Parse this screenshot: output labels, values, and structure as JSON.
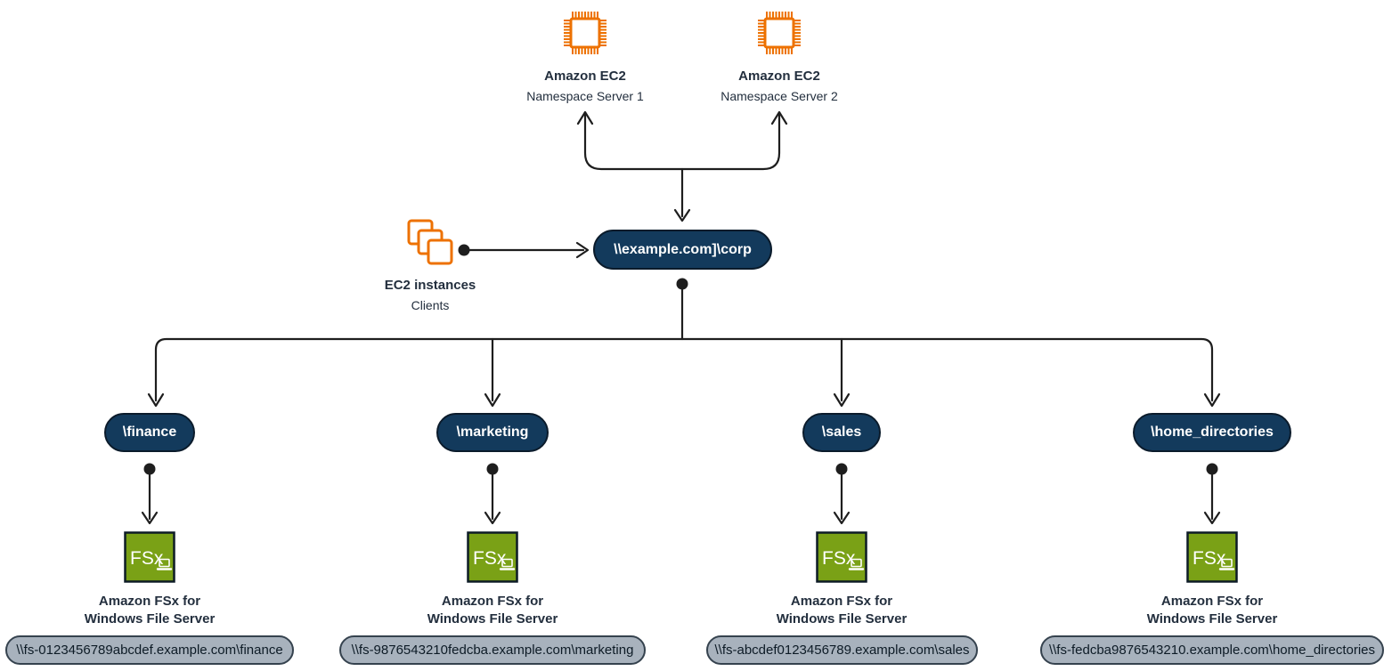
{
  "colors": {
    "aws_orange": "#ED7100",
    "navy_pill": "#133A5C",
    "fsx_green": "#7AA116",
    "dns_pill_gray": "#A8B2BD",
    "connector_line": "#1E1E1E",
    "text_dark": "#232F3E"
  },
  "namespace_servers": [
    {
      "title": "Amazon EC2",
      "subtitle": "Namespace Server 1"
    },
    {
      "title": "Amazon EC2",
      "subtitle": "Namespace Server 2"
    }
  ],
  "clients": {
    "title": "EC2 instances",
    "subtitle": "Clients"
  },
  "root_namespace": {
    "label": "\\\\example.com]\\corp"
  },
  "icons": {
    "fsx_label": "FSx"
  },
  "shares": [
    {
      "folder": "\\finance",
      "server_line1": "Amazon FSx for",
      "server_line2": "Windows File Server",
      "unc": "\\\\fs-0123456789abcdef.example.com\\finance"
    },
    {
      "folder": "\\marketing",
      "server_line1": "Amazon FSx for",
      "server_line2": "Windows File Server",
      "unc": "\\\\fs-9876543210fedcba.example.com\\marketing"
    },
    {
      "folder": "\\sales",
      "server_line1": "Amazon FSx for",
      "server_line2": "Windows File Server",
      "unc": "\\\\fs-abcdef0123456789.example.com\\sales"
    },
    {
      "folder": "\\home_directories",
      "server_line1": "Amazon FSx for",
      "server_line2": "Windows File Server",
      "unc": "\\\\fs-fedcba9876543210.example.com\\home_directories"
    }
  ]
}
